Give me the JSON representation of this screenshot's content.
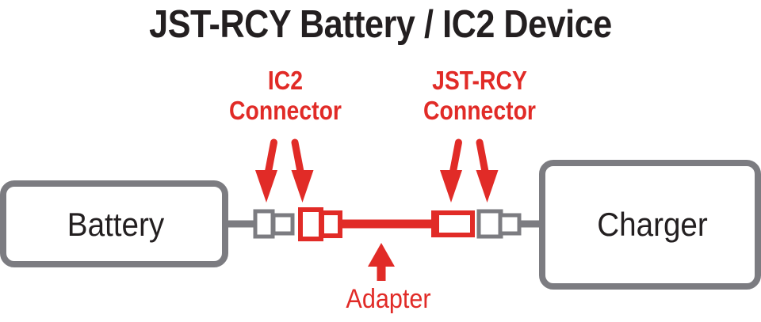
{
  "title": "JST-RCY Battery / IC2 Device",
  "colors": {
    "red": "#E12B27",
    "gray": "#7C7C81",
    "text_dark": "#231f20",
    "background": "#ffffff"
  },
  "callouts": [
    {
      "id": "ic2",
      "line1": "IC2",
      "line2": "Connector"
    },
    {
      "id": "jst",
      "line1": "JST-RCY",
      "line2": "Connector"
    }
  ],
  "adapter": {
    "label": "Adapter"
  },
  "boxes": [
    {
      "id": "battery",
      "label": "Battery"
    },
    {
      "id": "charger",
      "label": "Charger"
    }
  ],
  "icons": {
    "down_arrow": "down-arrow-icon",
    "up_arrow": "up-arrow-icon"
  }
}
